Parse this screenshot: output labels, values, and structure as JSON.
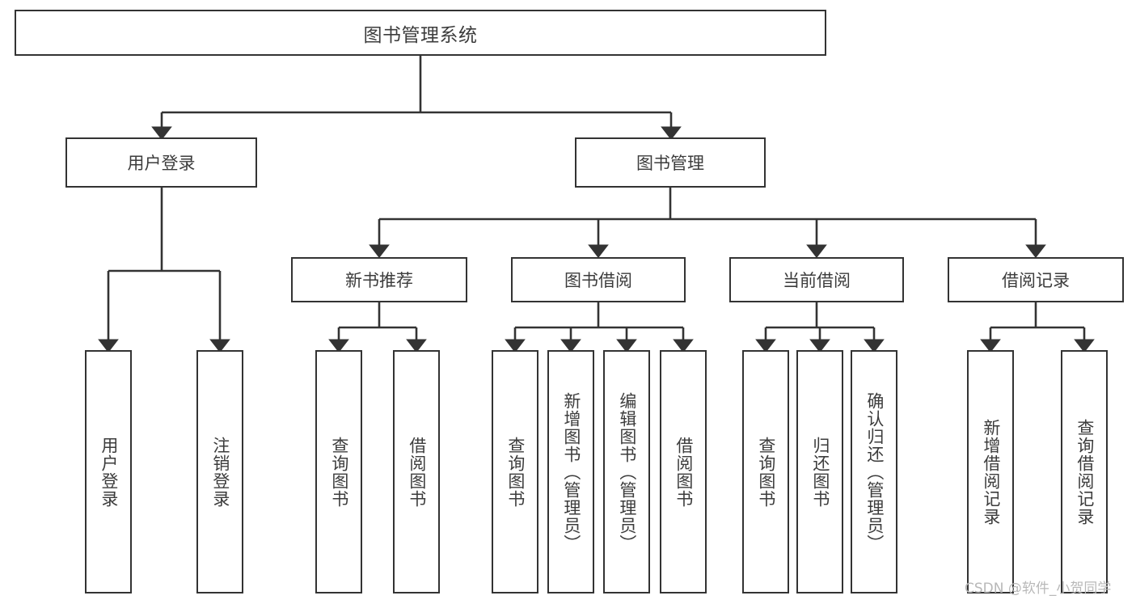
{
  "diagram": {
    "title": "图书管理系统",
    "type": "tree-hierarchy",
    "watermark": "CSDN @软件_小贺同学",
    "colors": {
      "box_border": "#333333",
      "box_fill": "#ffffff",
      "text": "#3c3c3c",
      "edge": "#333333",
      "watermark": "#b8b8b8",
      "background": "#ffffff"
    },
    "root": {
      "label": "图书管理系统"
    },
    "level2": [
      {
        "label": "用户登录"
      },
      {
        "label": "图书管理"
      }
    ],
    "level3": [
      {
        "label": "新书推荐"
      },
      {
        "label": "图书借阅"
      },
      {
        "label": "当前借阅"
      },
      {
        "label": "借阅记录"
      }
    ],
    "leaves": {
      "user_login": [
        {
          "label": "用户登录"
        },
        {
          "label": "注销登录"
        }
      ],
      "new_book_recommend": [
        {
          "label": "查询图书"
        },
        {
          "label": "借阅图书"
        }
      ],
      "book_borrow": [
        {
          "label": "查询图书"
        },
        {
          "label": "新增图书（管理员）"
        },
        {
          "label": "编辑图书（管理员）"
        },
        {
          "label": "借阅图书"
        }
      ],
      "current_borrow": [
        {
          "label": "查询图书"
        },
        {
          "label": "归还图书"
        },
        {
          "label": "确认归还（管理员）"
        }
      ],
      "borrow_record": [
        {
          "label": "新增借阅记录"
        },
        {
          "label": "查询借阅记录"
        }
      ]
    }
  }
}
